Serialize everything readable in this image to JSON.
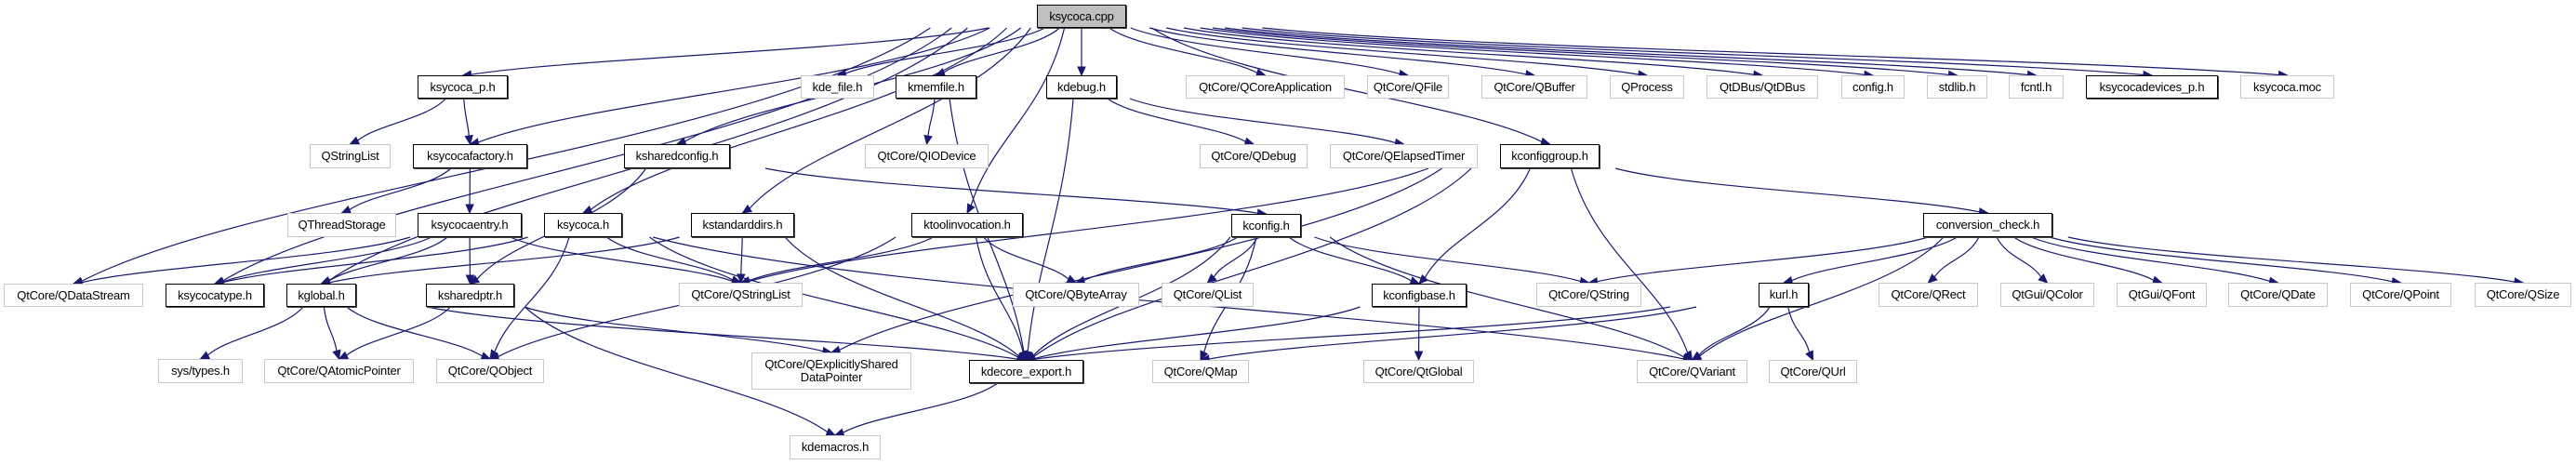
{
  "title": "ksycoca.cpp",
  "colors": {
    "edge": "#191970",
    "root_fill": "#bfbfbf",
    "doc_border": "#000000",
    "ext_border": "#c8c8c8"
  },
  "nodes": [
    {
      "id": "ksycoca_cpp",
      "label": "ksycoca.cpp",
      "kind": "root"
    },
    {
      "id": "ksycoca_p_h",
      "label": "ksycoca_p.h",
      "kind": "doc"
    },
    {
      "id": "kde_file_h",
      "label": "kde_file.h",
      "kind": "ext"
    },
    {
      "id": "kmemfile_h",
      "label": "kmemfile.h",
      "kind": "doc"
    },
    {
      "id": "kdebug_h",
      "label": "kdebug.h",
      "kind": "doc"
    },
    {
      "id": "QCoreApplication",
      "label": "QtCore/QCoreApplication",
      "kind": "ext"
    },
    {
      "id": "QFile",
      "label": "QtCore/QFile",
      "kind": "ext"
    },
    {
      "id": "QBuffer",
      "label": "QtCore/QBuffer",
      "kind": "ext"
    },
    {
      "id": "QProcess",
      "label": "QProcess",
      "kind": "ext"
    },
    {
      "id": "QtDBus",
      "label": "QtDBus/QtDBus",
      "kind": "ext"
    },
    {
      "id": "config_h",
      "label": "config.h",
      "kind": "ext"
    },
    {
      "id": "stdlib_h",
      "label": "stdlib.h",
      "kind": "ext"
    },
    {
      "id": "fcntl_h",
      "label": "fcntl.h",
      "kind": "ext"
    },
    {
      "id": "ksycocadevices_p_h",
      "label": "ksycocadevices_p.h",
      "kind": "doc"
    },
    {
      "id": "ksycoca_moc",
      "label": "ksycoca.moc",
      "kind": "ext"
    },
    {
      "id": "QStringList_plain",
      "label": "QStringList",
      "kind": "ext"
    },
    {
      "id": "ksycocafactory_h",
      "label": "ksycocafactory.h",
      "kind": "doc"
    },
    {
      "id": "ksharedconfig_h",
      "label": "ksharedconfig.h",
      "kind": "doc"
    },
    {
      "id": "QIODevice",
      "label": "QtCore/QIODevice",
      "kind": "ext"
    },
    {
      "id": "QDebug",
      "label": "QtCore/QDebug",
      "kind": "ext"
    },
    {
      "id": "QElapsedTimer",
      "label": "QtCore/QElapsedTimer",
      "kind": "ext"
    },
    {
      "id": "kconfiggroup_h",
      "label": "kconfiggroup.h",
      "kind": "doc"
    },
    {
      "id": "QThreadStorage",
      "label": "QThreadStorage",
      "kind": "ext"
    },
    {
      "id": "ksycocaentry_h",
      "label": "ksycocaentry.h",
      "kind": "doc"
    },
    {
      "id": "ksycoca_h",
      "label": "ksycoca.h",
      "kind": "doc"
    },
    {
      "id": "kstandarddirs_h",
      "label": "kstandarddirs.h",
      "kind": "doc"
    },
    {
      "id": "ktoolinvocation_h",
      "label": "ktoolinvocation.h",
      "kind": "doc"
    },
    {
      "id": "kconfig_h",
      "label": "kconfig.h",
      "kind": "doc"
    },
    {
      "id": "conversion_check_h",
      "label": "conversion_check.h",
      "kind": "doc"
    },
    {
      "id": "QDataStream",
      "label": "QtCore/QDataStream",
      "kind": "ext"
    },
    {
      "id": "ksycocatype_h",
      "label": "ksycocatype.h",
      "kind": "doc"
    },
    {
      "id": "kglobal_h",
      "label": "kglobal.h",
      "kind": "doc"
    },
    {
      "id": "ksharedptr_h",
      "label": "ksharedptr.h",
      "kind": "doc"
    },
    {
      "id": "QStringList",
      "label": "QtCore/QStringList",
      "kind": "ext"
    },
    {
      "id": "QByteArray",
      "label": "QtCore/QByteArray",
      "kind": "ext"
    },
    {
      "id": "QList",
      "label": "QtCore/QList",
      "kind": "ext"
    },
    {
      "id": "kconfigbase_h",
      "label": "kconfigbase.h",
      "kind": "doc"
    },
    {
      "id": "QString",
      "label": "QtCore/QString",
      "kind": "ext"
    },
    {
      "id": "kurl_h",
      "label": "kurl.h",
      "kind": "doc"
    },
    {
      "id": "QRect",
      "label": "QtCore/QRect",
      "kind": "ext"
    },
    {
      "id": "QColor",
      "label": "QtGui/QColor",
      "kind": "ext"
    },
    {
      "id": "QFont",
      "label": "QtGui/QFont",
      "kind": "ext"
    },
    {
      "id": "QDate",
      "label": "QtCore/QDate",
      "kind": "ext"
    },
    {
      "id": "QPoint",
      "label": "QtCore/QPoint",
      "kind": "ext"
    },
    {
      "id": "QSize",
      "label": "QtCore/QSize",
      "kind": "ext"
    },
    {
      "id": "sys_types_h",
      "label": "sys/types.h",
      "kind": "ext"
    },
    {
      "id": "QAtomicPointer",
      "label": "QtCore/QAtomicPointer",
      "kind": "ext"
    },
    {
      "id": "QObject",
      "label": "QtCore/QObject",
      "kind": "ext"
    },
    {
      "id": "QExplicitlySharedDataPointer",
      "label": "QtCore/QExplicitlyShared\nDataPointer",
      "kind": "ext"
    },
    {
      "id": "kdecore_export_h",
      "label": "kdecore_export.h",
      "kind": "doc"
    },
    {
      "id": "QMap",
      "label": "QtCore/QMap",
      "kind": "ext"
    },
    {
      "id": "QtGlobal",
      "label": "QtCore/QtGlobal",
      "kind": "ext"
    },
    {
      "id": "QVariant",
      "label": "QtCore/QVariant",
      "kind": "ext"
    },
    {
      "id": "QUrl",
      "label": "QtCore/QUrl",
      "kind": "ext"
    },
    {
      "id": "kdemacros_h",
      "label": "kdemacros.h",
      "kind": "ext"
    }
  ],
  "edges": [
    [
      "ksycoca_cpp",
      "ksycoca_p_h"
    ],
    [
      "ksycoca_cpp",
      "ksycocafactory_h"
    ],
    [
      "ksycoca_cpp",
      "QDataStream"
    ],
    [
      "ksycoca_cpp",
      "ksycocatype_h"
    ],
    [
      "ksycoca_cpp",
      "kglobal_h"
    ],
    [
      "ksycoca_cpp",
      "ksycoca_h"
    ],
    [
      "ksycoca_cpp",
      "ksharedconfig_h"
    ],
    [
      "ksycoca_cpp",
      "kstandarddirs_h"
    ],
    [
      "ksycoca_cpp",
      "kde_file_h"
    ],
    [
      "ksycoca_cpp",
      "kmemfile_h"
    ],
    [
      "ksycoca_cpp",
      "ktoolinvocation_h"
    ],
    [
      "ksycoca_cpp",
      "kdebug_h"
    ],
    [
      "ksycoca_cpp",
      "kconfiggroup_h"
    ],
    [
      "ksycoca_cpp",
      "QCoreApplication"
    ],
    [
      "ksycoca_cpp",
      "QFile"
    ],
    [
      "ksycoca_cpp",
      "QBuffer"
    ],
    [
      "ksycoca_cpp",
      "QProcess"
    ],
    [
      "ksycoca_cpp",
      "QtDBus"
    ],
    [
      "ksycoca_cpp",
      "config_h"
    ],
    [
      "ksycoca_cpp",
      "stdlib_h"
    ],
    [
      "ksycoca_cpp",
      "fcntl_h"
    ],
    [
      "ksycoca_cpp",
      "ksycocadevices_p_h"
    ],
    [
      "ksycoca_cpp",
      "ksycoca_moc"
    ],
    [
      "ksycoca_p_h",
      "QStringList_plain"
    ],
    [
      "ksycoca_p_h",
      "ksycocafactory_h"
    ],
    [
      "ksycocafactory_h",
      "QThreadStorage"
    ],
    [
      "ksycocafactory_h",
      "ksycocaentry_h"
    ],
    [
      "ksycocaentry_h",
      "QDataStream"
    ],
    [
      "ksycocaentry_h",
      "ksycocatype_h"
    ],
    [
      "ksycocaentry_h",
      "kglobal_h"
    ],
    [
      "ksycocaentry_h",
      "ksharedptr_h"
    ],
    [
      "ksycocaentry_h",
      "QStringList"
    ],
    [
      "ksycocaentry_h",
      "QVariant"
    ],
    [
      "ksycoca_h",
      "ksycocatype_h"
    ],
    [
      "ksycoca_h",
      "kdecore_export_h"
    ],
    [
      "ksycoca_h",
      "QObject"
    ],
    [
      "ksycoca_h",
      "QStringList"
    ],
    [
      "ksharedconfig_h",
      "kconfig_h"
    ],
    [
      "ksharedconfig_h",
      "ksharedptr_h"
    ],
    [
      "kstandarddirs_h",
      "kglobal_h"
    ],
    [
      "kstandarddirs_h",
      "QStringList"
    ],
    [
      "kstandarddirs_h",
      "kdecore_export_h"
    ],
    [
      "kmemfile_h",
      "QIODevice"
    ],
    [
      "kmemfile_h",
      "kdecore_export_h"
    ],
    [
      "ktoolinvocation_h",
      "QStringList"
    ],
    [
      "ktoolinvocation_h",
      "QByteArray"
    ],
    [
      "ktoolinvocation_h",
      "kdecore_export_h"
    ],
    [
      "ktoolinvocation_h",
      "QObject"
    ],
    [
      "kdebug_h",
      "QDebug"
    ],
    [
      "kdebug_h",
      "QElapsedTimer"
    ],
    [
      "kdebug_h",
      "kdecore_export_h"
    ],
    [
      "kconfiggroup_h",
      "kconfigbase_h"
    ],
    [
      "kconfiggroup_h",
      "QStringList"
    ],
    [
      "kconfiggroup_h",
      "QExplicitlySharedDataPointer"
    ],
    [
      "kconfiggroup_h",
      "QVariant"
    ],
    [
      "kconfiggroup_h",
      "conversion_check_h"
    ],
    [
      "kconfiggroup_h",
      "kdecore_export_h"
    ],
    [
      "kconfig_h",
      "QByteArray"
    ],
    [
      "kconfig_h",
      "QList"
    ],
    [
      "kconfig_h",
      "kdecore_export_h"
    ],
    [
      "kconfig_h",
      "kconfigbase_h"
    ],
    [
      "kconfig_h",
      "QString"
    ],
    [
      "kconfig_h",
      "QVariant"
    ],
    [
      "kconfig_h",
      "QMap"
    ],
    [
      "kglobal_h",
      "sys_types_h"
    ],
    [
      "kglobal_h",
      "QAtomicPointer"
    ],
    [
      "kglobal_h",
      "QObject"
    ],
    [
      "kglobal_h",
      "kdecore_export_h"
    ],
    [
      "ksharedptr_h",
      "QAtomicPointer"
    ],
    [
      "ksharedptr_h",
      "QExplicitlySharedDataPointer"
    ],
    [
      "ksharedptr_h",
      "kdemacros_h"
    ],
    [
      "kconfigbase_h",
      "kdecore_export_h"
    ],
    [
      "kconfigbase_h",
      "QtGlobal"
    ],
    [
      "conversion_check_h",
      "QString"
    ],
    [
      "conversion_check_h",
      "QVariant"
    ],
    [
      "conversion_check_h",
      "kurl_h"
    ],
    [
      "conversion_check_h",
      "QRect"
    ],
    [
      "conversion_check_h",
      "QColor"
    ],
    [
      "conversion_check_h",
      "QFont"
    ],
    [
      "conversion_check_h",
      "QDate"
    ],
    [
      "conversion_check_h",
      "QPoint"
    ],
    [
      "conversion_check_h",
      "QSize"
    ],
    [
      "kurl_h",
      "QVariant"
    ],
    [
      "kurl_h",
      "QUrl"
    ],
    [
      "kurl_h",
      "kdecore_export_h"
    ],
    [
      "kurl_h",
      "QMap"
    ],
    [
      "kdecore_export_h",
      "kdemacros_h"
    ]
  ]
}
